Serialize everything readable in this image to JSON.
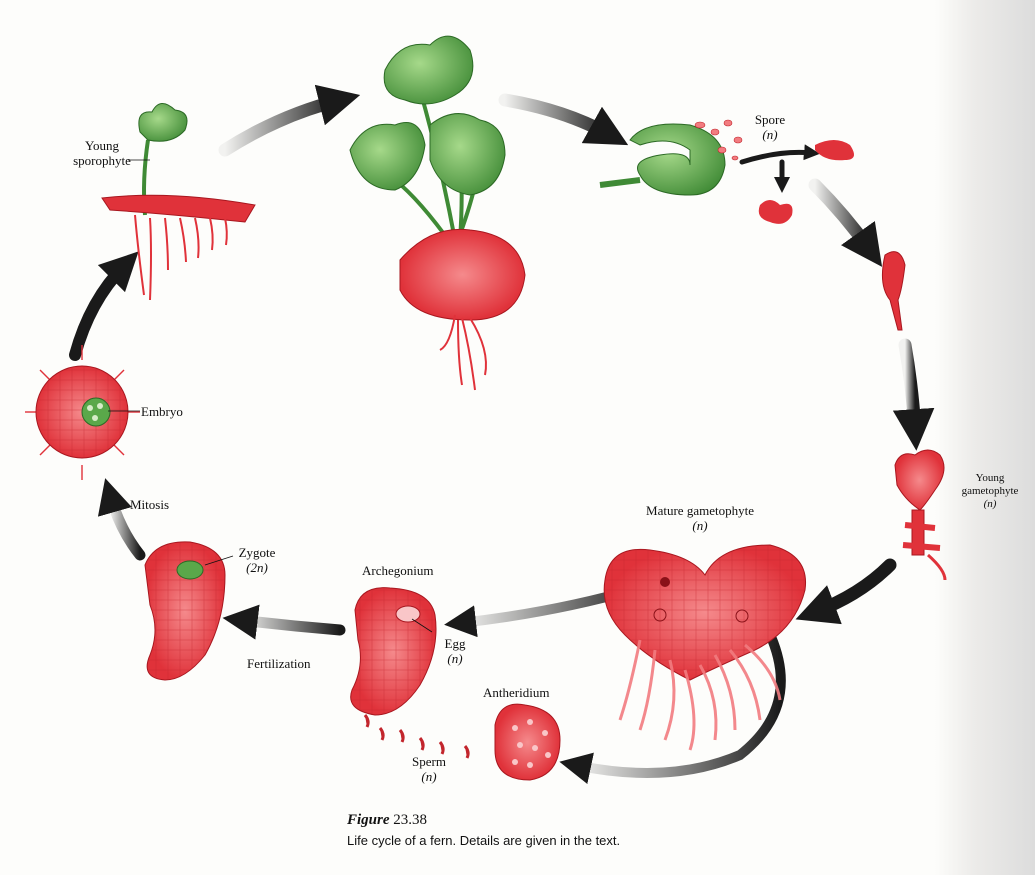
{
  "labels": {
    "young_sporophyte": [
      "Young",
      "sporophyte"
    ],
    "spore": [
      "Spore",
      "(n)"
    ],
    "young_gametophyte": [
      "Young",
      "gametophyte",
      "(n)"
    ],
    "mature_gametophyte": [
      "Mature gametophyte",
      "(n)"
    ],
    "archegonium": "Archegonium",
    "egg": [
      "Egg",
      "(n)"
    ],
    "antheridium": "Antheridium",
    "sperm": [
      "Sperm",
      "(n)"
    ],
    "zygote": [
      "Zygote",
      "(2n)"
    ],
    "fertilization": "Fertilization",
    "mitosis": "Mitosis",
    "embryo": "Embryo"
  },
  "caption": {
    "figure": "Figure",
    "number": "23.38",
    "text": "Life cycle of a fern. Details are given in the text."
  },
  "colors": {
    "gametophyte_red": "#e0323a",
    "light_red": "#f27c80",
    "leaf_green": "#5aa84a",
    "arrow_black": "#1a1a1a"
  }
}
